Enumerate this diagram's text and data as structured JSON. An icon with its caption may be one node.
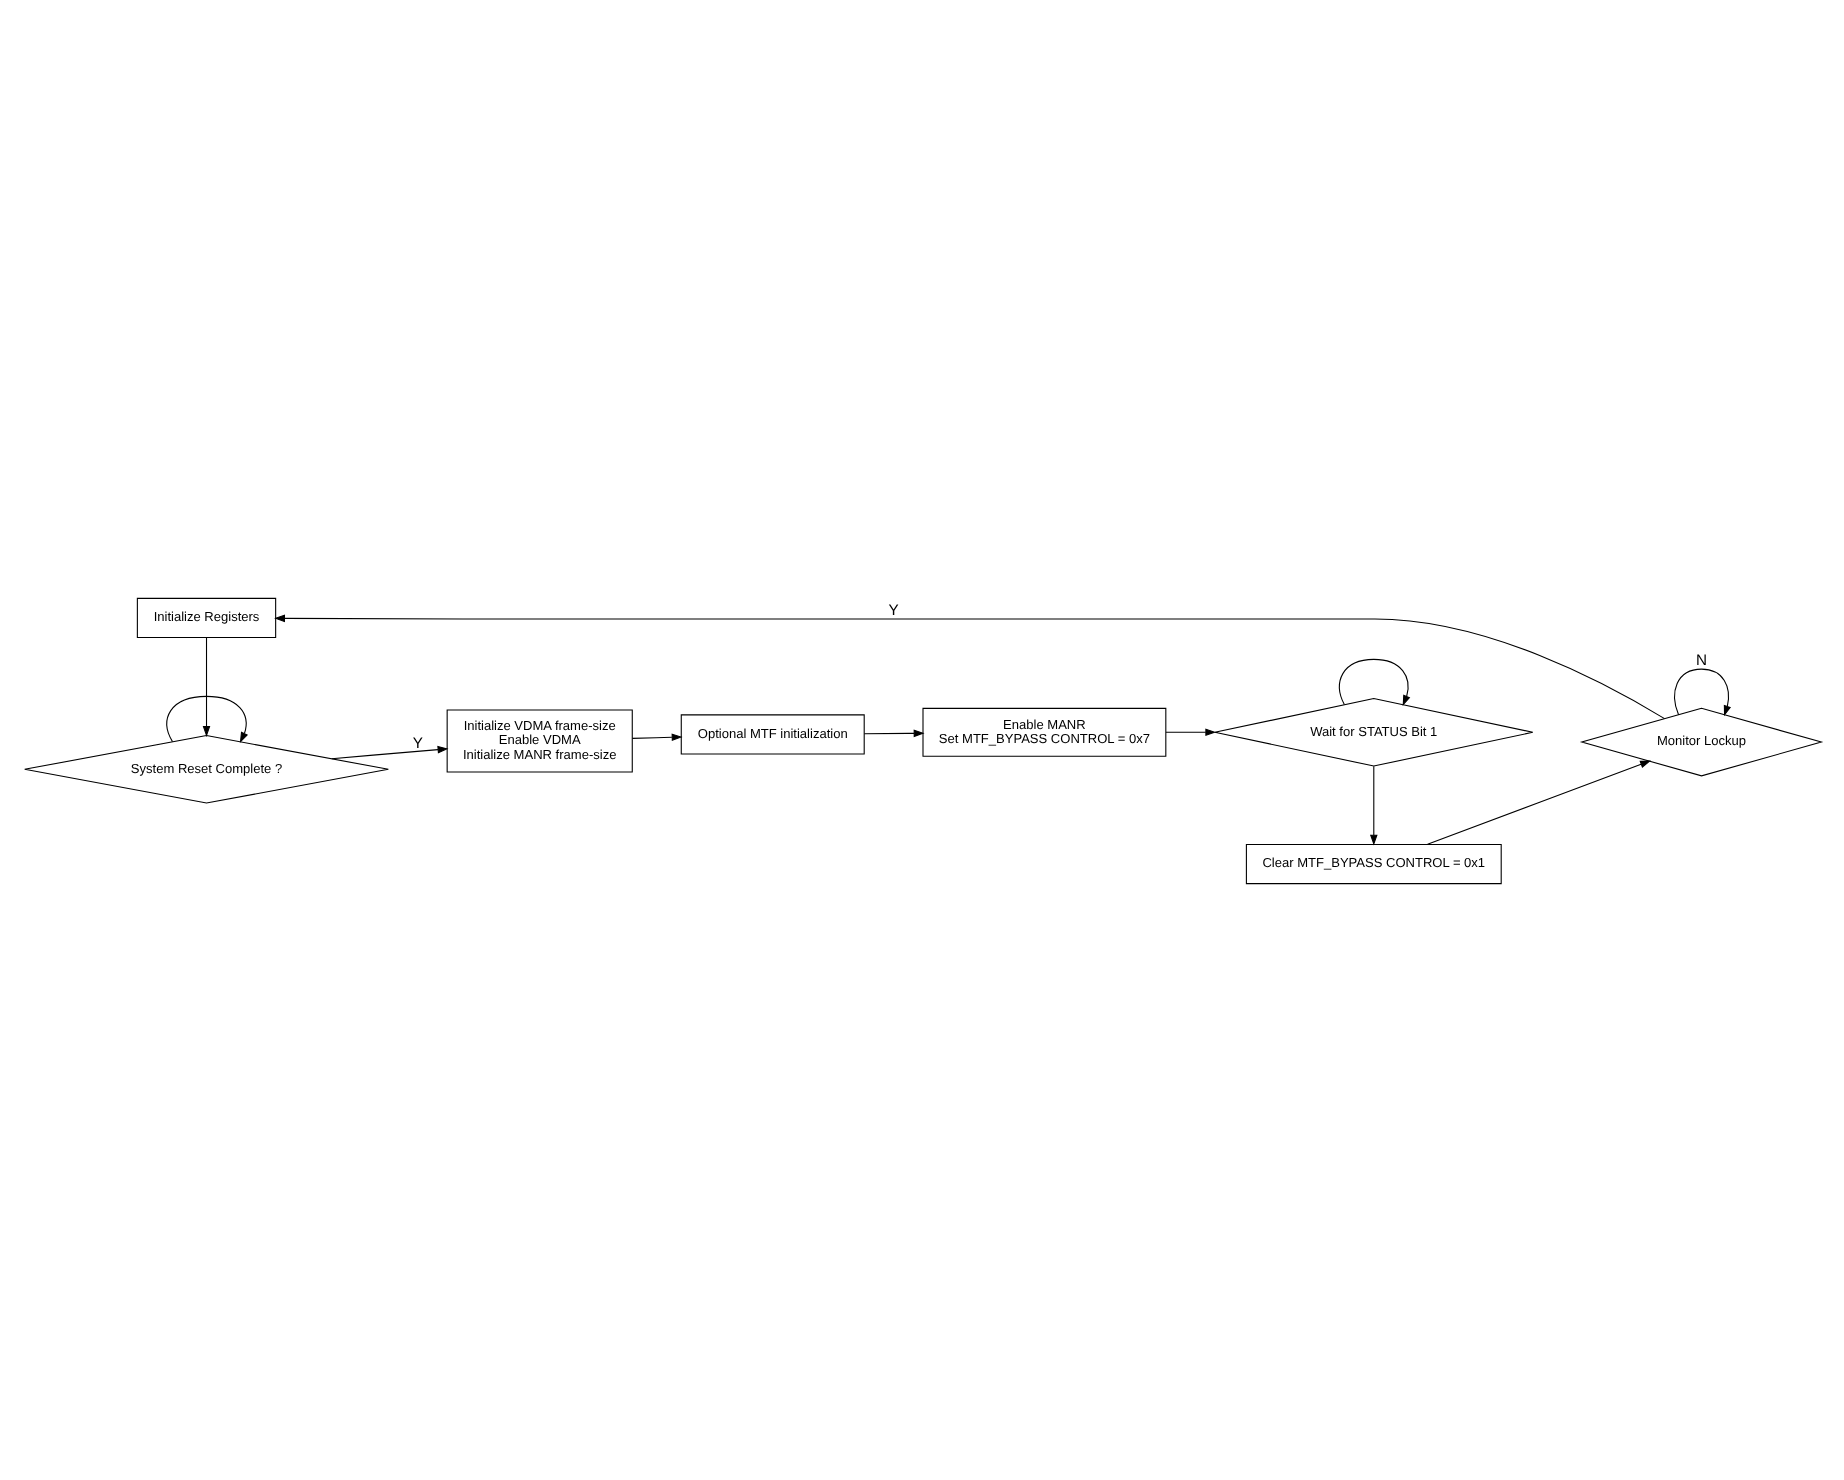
{
  "diagram": {
    "nodes": [
      {
        "text": [
          "Initialize Registers"
        ]
      },
      {
        "text": [
          "System Reset Complete ?"
        ]
      },
      {
        "text": [
          "Initialize VDMA frame-size",
          "Enable VDMA",
          "Initialize MANR frame-size"
        ]
      },
      {
        "text": [
          "Optional MTF initialization"
        ]
      },
      {
        "text": [
          "Enable MANR",
          "Set MTF_BYPASS CONTROL = 0x7"
        ]
      },
      {
        "text": [
          "Wait for STATUS Bit 1"
        ]
      },
      {
        "text": [
          "Clear MTF_BYPASS CONTROL = 0x1"
        ]
      },
      {
        "text": [
          "Monitor Lockup"
        ]
      }
    ],
    "edges": [
      {
        "from": 0,
        "to": 1,
        "arrow": "to"
      },
      {
        "from": 1,
        "to": 1,
        "arrow": "to"
      },
      {
        "from": 1,
        "to": 2,
        "arrow": "to",
        "label": "Y"
      },
      {
        "from": 2,
        "to": 3,
        "arrow": "to"
      },
      {
        "from": 3,
        "to": 4,
        "arrow": "to"
      },
      {
        "from": 4,
        "to": 5,
        "arrow": "to"
      },
      {
        "from": 5,
        "to": 5,
        "arrow": "to"
      },
      {
        "from": 5,
        "to": 6,
        "arrow": "to"
      },
      {
        "from": 6,
        "to": 7,
        "arrow": "to"
      },
      {
        "from": 7,
        "to": 7,
        "arrow": "to",
        "label": "N"
      },
      {
        "from": 7,
        "to": 0,
        "arrow": "to",
        "label": "Y"
      }
    ]
  }
}
